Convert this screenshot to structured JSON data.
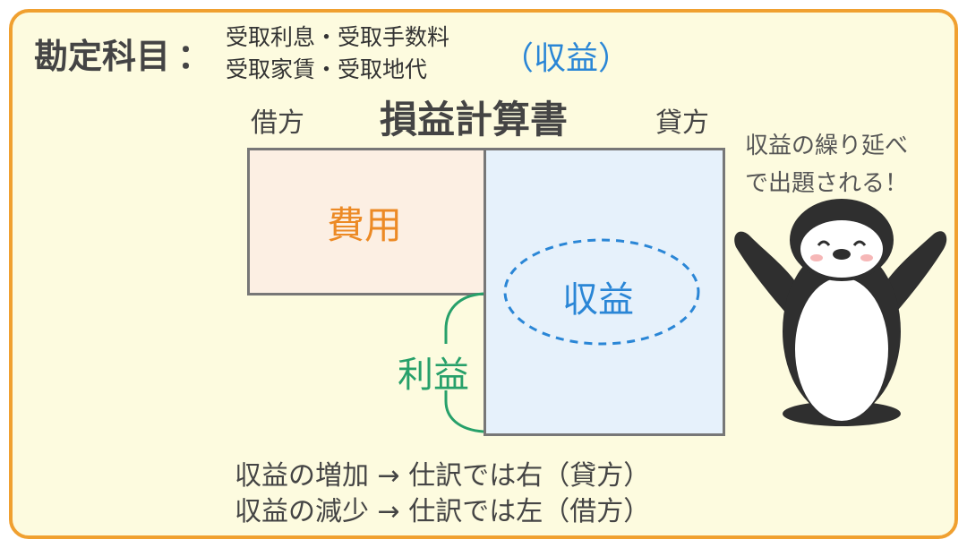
{
  "header": {
    "label": "勘定科目",
    "colon": "：",
    "items_line1": "受取利息・受取手数料",
    "items_line2": "受取家賃・受取地代",
    "category": "（収益）"
  },
  "statement": {
    "debit_label": "借方",
    "title": "損益計算書",
    "credit_label": "貸方",
    "expense_label": "費用",
    "revenue_label": "収益",
    "profit_label": "利益"
  },
  "notes": {
    "line1": "収益の増加 → 仕訳では右（貸方）",
    "line2": "収益の減少 → 仕訳では左（借方）"
  },
  "bubble": {
    "line1": "収益の繰り延べ",
    "line2": "で出題される！"
  },
  "colors": {
    "border": "#f0a030",
    "background": "#fdfbdf",
    "expense_text": "#ec8a25",
    "revenue_text": "#2a86d6",
    "profit_text": "#27a06a",
    "expense_fill": "#fcefe3",
    "revenue_fill": "#e6f1fb"
  }
}
